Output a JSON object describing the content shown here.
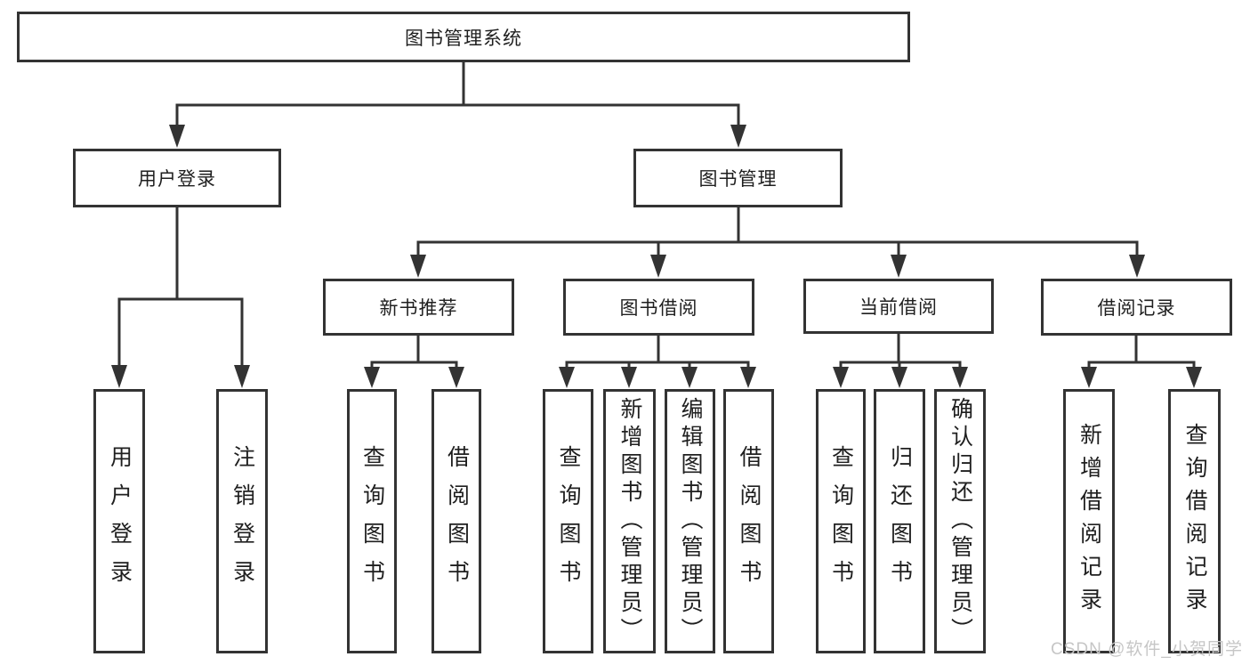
{
  "diagram": {
    "root": {
      "label": "图书管理系统"
    },
    "level2": [
      {
        "label": "用户登录"
      },
      {
        "label": "图书管理"
      }
    ],
    "level3": [
      {
        "label": "新书推荐"
      },
      {
        "label": "图书借阅"
      },
      {
        "label": "当前借阅"
      },
      {
        "label": "借阅记录"
      }
    ],
    "leaves": {
      "user_login": [
        "用户登录",
        "注销登录"
      ],
      "new_book": [
        "查询图书",
        "借阅图书"
      ],
      "book_borrow": [
        "查询图书",
        "新增图书（管理员）",
        "编辑图书（管理员）",
        "借阅图书"
      ],
      "current_borrow": [
        "查询图书",
        "归还图书",
        "确认归还（管理员）"
      ],
      "borrow_records": [
        "新增借阅记录",
        "查询借阅记录"
      ]
    }
  },
  "watermark": {
    "text": "CSDN @软件_小贺同学"
  },
  "colors": {
    "line": "#333333",
    "text": "#1f1f1f",
    "watermark": "#c6c6c6",
    "background": "#ffffff"
  }
}
